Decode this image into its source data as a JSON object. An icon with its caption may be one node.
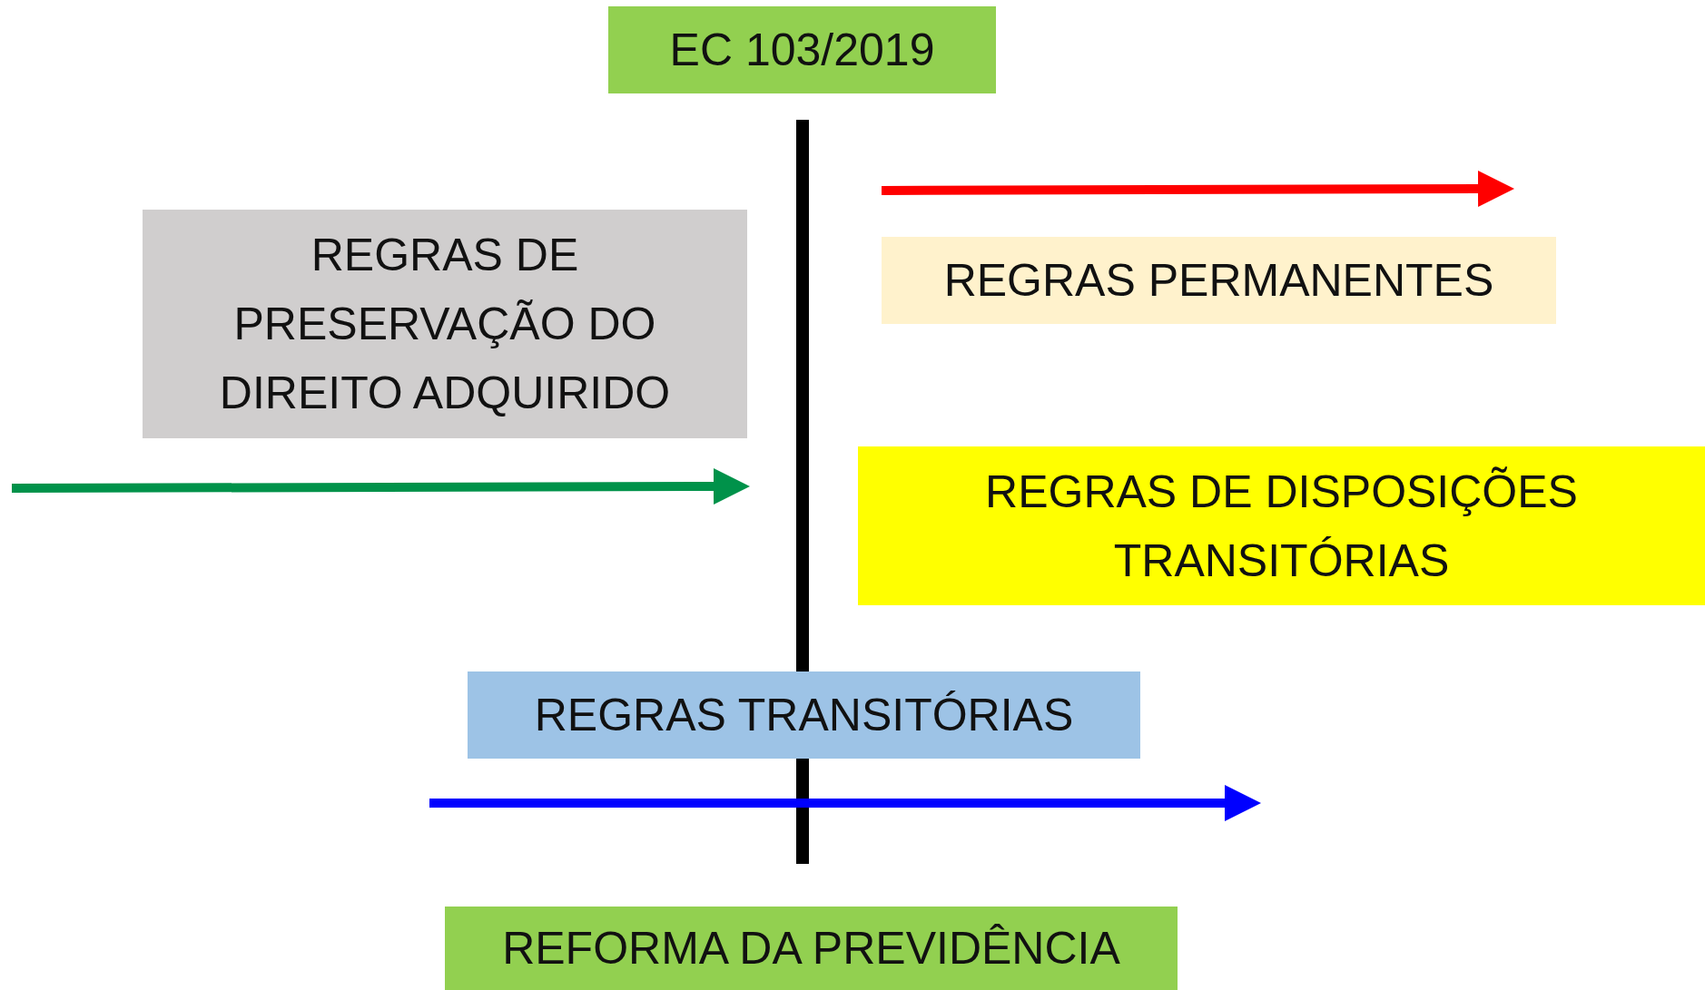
{
  "diagram": {
    "nodes": [
      {
        "text": [
          "EC 103/2019"
        ]
      },
      {
        "text": [
          "REGRAS DE PRESERVAÇÃO DO DIREITO ADQUIRIDO"
        ]
      },
      {
        "text": [
          "REGRAS PERMANENTES"
        ]
      },
      {
        "text": [
          "REGRAS DE DISPOSIÇÕES TRANSITÓRIAS"
        ]
      },
      {
        "text": [
          "REGRAS TRANSITÓRIAS"
        ]
      },
      {
        "text": [
          "REFORMA DA PREVIDÊNCIA"
        ]
      }
    ]
  }
}
